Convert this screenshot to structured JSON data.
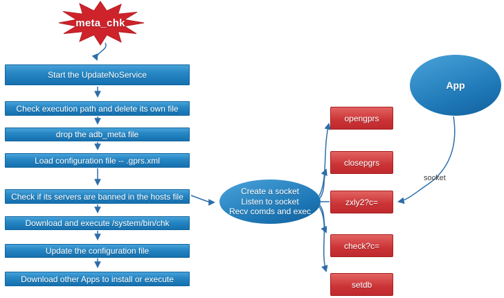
{
  "burst": {
    "label": "meta_chk"
  },
  "flow_steps": [
    "Start the UpdateNoService",
    "Check execution path and delete its own file",
    "drop the adb_meta file",
    "Load configuration file -- .gprs.xml",
    "Check if its servers are banned in the hosts file",
    "Download and execute /system/bin/chk",
    "Update the configuration file",
    "Download other Apps to install or execute"
  ],
  "socket_ellipse": {
    "lines": [
      "Create a socket",
      "Listen to socket",
      "Recv comds and exec"
    ]
  },
  "commands": [
    "opengprs",
    "closepgrs",
    "zxly2?c=",
    "check?c=",
    "setdb"
  ],
  "app": {
    "label": "App"
  },
  "edge_labels": {
    "socket": "socket"
  },
  "colors": {
    "flow_blue_top": "#48a2d9",
    "flow_blue_bottom": "#1570af",
    "command_red_top": "#e26361",
    "command_red_bottom": "#bf2a2e",
    "burst_red": "#ce232b",
    "connector_blue": "#2b6da8",
    "text_on_fill": "#ffffff"
  }
}
